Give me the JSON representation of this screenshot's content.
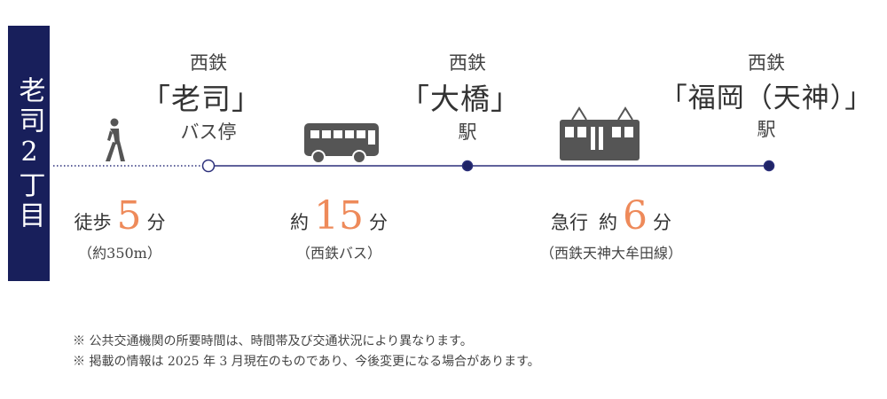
{
  "origin": {
    "label": "老司2丁目"
  },
  "stations": [
    {
      "company": "西鉄",
      "name": "「老司」",
      "kind": "バス停"
    },
    {
      "company": "西鉄",
      "name": "「大橋」",
      "kind": "駅"
    },
    {
      "company": "西鉄",
      "name": "「福岡（天神）」",
      "kind": "駅"
    }
  ],
  "segments": [
    {
      "mode": "徒歩",
      "prefix": "",
      "value": "5",
      "unit": "分",
      "note": "（約350m）",
      "icon": "walking-person-icon"
    },
    {
      "mode": "約",
      "prefix": "",
      "value": "15",
      "unit": "分",
      "note": "（西鉄バス）",
      "icon": "bus-icon"
    },
    {
      "mode": "急行",
      "prefix": "約",
      "value": "6",
      "unit": "分",
      "note": "（西鉄天神大牟田線）",
      "icon": "train-icon"
    }
  ],
  "notes": [
    "※ 公共交通機関の所要時間は、時間帯及び交通状況により異なります。",
    "※ 掲載の情報は 2025 年 3 月現在のものであり、今後変更になる場合があります。"
  ],
  "colors": {
    "navy": "#181f5b",
    "line": "#2b2f7a",
    "accent": "#ee8a5a",
    "icon": "#555555"
  }
}
